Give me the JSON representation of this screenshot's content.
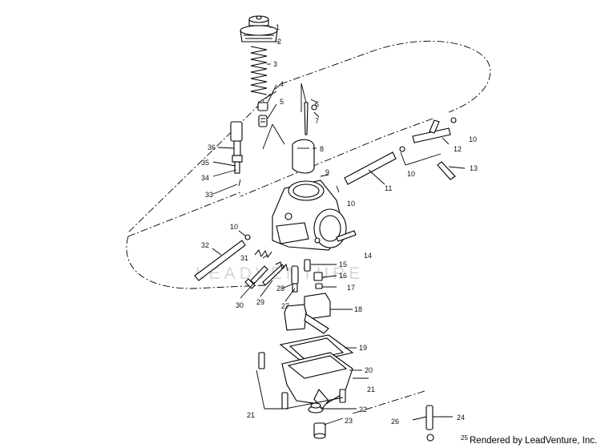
{
  "watermark": "LEADVENTURE",
  "credit": {
    "superscript": "25",
    "text": "Rendered by LeadVenture, Inc."
  },
  "callouts": [
    {
      "id": "1",
      "text": "1"
    },
    {
      "id": "2",
      "text": "2"
    },
    {
      "id": "3",
      "text": "3"
    },
    {
      "id": "4",
      "text": "4"
    },
    {
      "id": "5",
      "text": "5"
    },
    {
      "id": "6",
      "text": "6"
    },
    {
      "id": "7",
      "text": "7"
    },
    {
      "id": "8",
      "text": "8"
    },
    {
      "id": "9",
      "text": "9"
    },
    {
      "id": "10a",
      "text": "10"
    },
    {
      "id": "10b",
      "text": "10"
    },
    {
      "id": "10c",
      "text": "10"
    },
    {
      "id": "10d",
      "text": "10"
    },
    {
      "id": "11",
      "text": "11"
    },
    {
      "id": "12",
      "text": "12"
    },
    {
      "id": "13",
      "text": "13"
    },
    {
      "id": "14",
      "text": "14"
    },
    {
      "id": "15",
      "text": "15"
    },
    {
      "id": "16",
      "text": "16"
    },
    {
      "id": "17",
      "text": "17"
    },
    {
      "id": "18",
      "text": "18"
    },
    {
      "id": "19",
      "text": "19"
    },
    {
      "id": "20",
      "text": "20"
    },
    {
      "id": "21a",
      "text": "21"
    },
    {
      "id": "21b",
      "text": "21"
    },
    {
      "id": "22",
      "text": "22"
    },
    {
      "id": "23",
      "text": "23"
    },
    {
      "id": "24",
      "text": "24"
    },
    {
      "id": "26",
      "text": "26"
    },
    {
      "id": "27",
      "text": "27"
    },
    {
      "id": "28",
      "text": "28"
    },
    {
      "id": "29",
      "text": "29"
    },
    {
      "id": "30",
      "text": "30"
    },
    {
      "id": "31",
      "text": "31"
    },
    {
      "id": "32",
      "text": "32"
    },
    {
      "id": "33",
      "text": "33"
    },
    {
      "id": "34",
      "text": "34"
    },
    {
      "id": "35",
      "text": "35"
    },
    {
      "id": "36",
      "text": "36"
    }
  ]
}
